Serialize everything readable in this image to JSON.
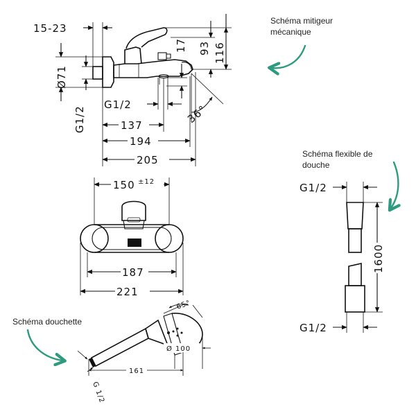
{
  "captions": {
    "mixer": [
      "Schéma mitigeur",
      "mécanique"
    ],
    "hose": [
      "Schéma flexible de",
      "douche"
    ],
    "handshower": "Schéma douchette"
  },
  "mixer_side": {
    "d_15_23": "15-23",
    "d_93": "93",
    "d_116": "116",
    "d_71": "Ø71",
    "d_17": "17",
    "d_g12_left": "G1/2",
    "d_g12_mid": "G1/2",
    "d_36": "36°",
    "d_137": "137",
    "d_194": "194",
    "d_205": "205"
  },
  "mixer_front": {
    "d_150": "150",
    "d_150_tol": "±12",
    "d_187": "187",
    "d_221": "221"
  },
  "hose": {
    "d_g12_top": "G1/2",
    "d_g12_bottom": "G1/2",
    "d_1600": "1600"
  },
  "handshower": {
    "d_65": "65°",
    "d_100": "Ø 100",
    "d_161": "161",
    "d_g12": "G 1/2"
  },
  "colors": {
    "arrow": "#2e9b80",
    "line": "#111111"
  }
}
